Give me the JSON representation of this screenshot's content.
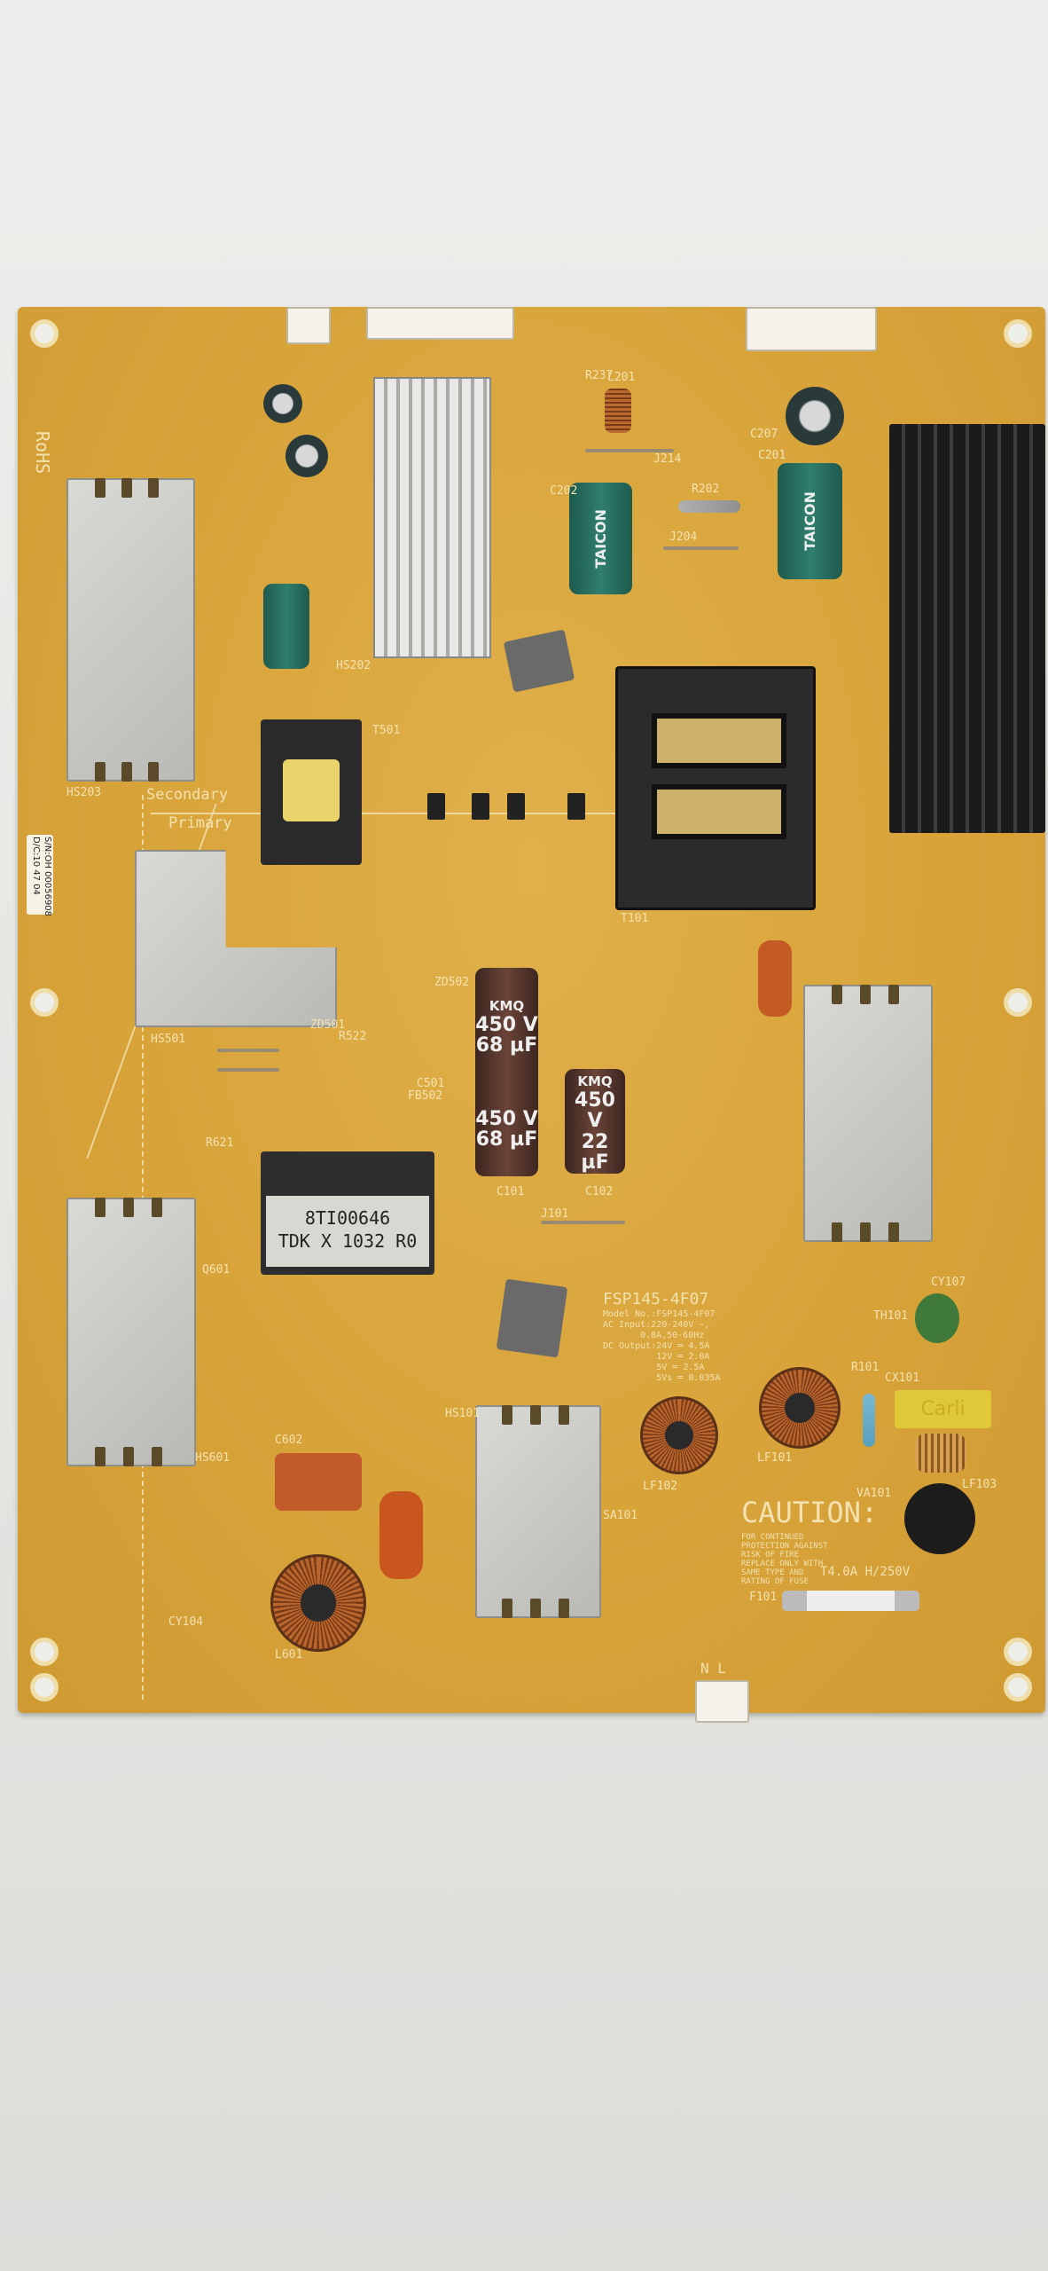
{
  "board": {
    "model_title": "FSP145-4F07",
    "model_no": "Model No.:FSP145-4F07",
    "ac_input": "AC Input:220-240V ~,",
    "ac_input_2": "0.8A,50-60Hz",
    "dc_output_label": "DC Output:",
    "outputs": [
      {
        "voltage": "24V",
        "current": "4.5A"
      },
      {
        "voltage": "12V",
        "current": "2.0A"
      },
      {
        "voltage": "5V",
        "current": "2.5A"
      },
      {
        "voltage": "5Vs",
        "current": "0.035A"
      }
    ],
    "caution_title": "CAUTION:",
    "caution_lines": [
      "FOR CONTINUED",
      "PROTECTION AGAINST",
      "RISK OF FIRE",
      "REPLACE ONLY WITH",
      "SAME TYPE AND",
      "RATING OF FUSE"
    ],
    "fuse_rating": "T4.0A H/250V",
    "rohs": "RoHS",
    "serial": "S/N:OH 00056908",
    "date_code": "D/C:10 47 04",
    "secondary": "Secondary",
    "primary": "Primary",
    "transformer_label_1": "8TI00646",
    "transformer_label_2": "TDK X 1032 R0",
    "cap_brand": "TAICON",
    "kmq_brand": "KMQ",
    "kmq_voltage": "450 V",
    "kmq_cap_68": "68 µF",
    "kmq_cap_22": "22 µF",
    "x_cap_brand": "Carli",
    "input_labels": "N  L"
  },
  "refs": {
    "hs203": "HS203",
    "hs501": "HS501",
    "hs601": "HS601",
    "hs101": "HS101",
    "hs202": "HS202",
    "c202": "C202",
    "c201": "C201",
    "c207": "C207",
    "r202": "R202",
    "r237": "R237",
    "l201": "L201",
    "j214": "J214",
    "j204": "J204",
    "t101": "T101",
    "t501": "T501",
    "c101": "C101",
    "c102": "C102",
    "c501": "C501",
    "fb502": "FB502",
    "zd501": "ZD501",
    "zd502": "ZD502",
    "r522": "R522",
    "lf101": "LF101",
    "lf102": "LF102",
    "lf103": "LF103",
    "r101": "R101",
    "cx101": "CX101",
    "th101": "TH101",
    "va101": "VA101",
    "f101": "F101",
    "l601": "L601",
    "cy104": "CY104",
    "cy107": "CY107",
    "sa101": "SA101",
    "j101": "J101",
    "q601": "Q601",
    "r621": "R621",
    "c602": "C602"
  },
  "colors": {
    "pcb": "#d8a43a",
    "silkscreen": "#f3e2b0",
    "heatsink": "#c8c8c4"
  }
}
